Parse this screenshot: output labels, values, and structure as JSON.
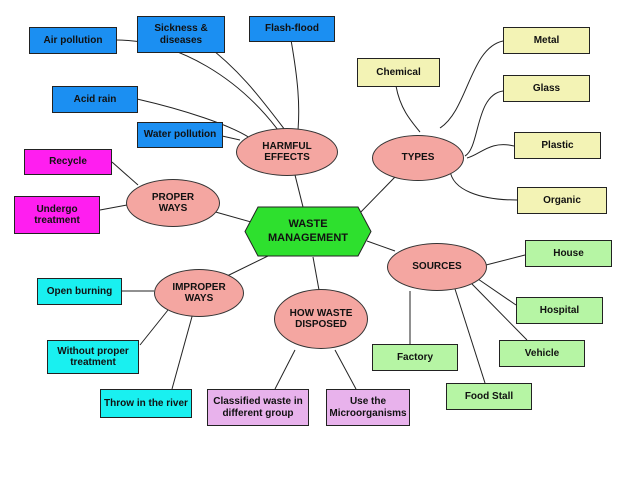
{
  "colors": {
    "blue": "#1b8ff2",
    "pink_node": "#f4a6a1",
    "green_center": "#2ee02e",
    "yellow": "#f3f3b5",
    "green_light": "#b6f5a4",
    "magenta": "#ff1ef0",
    "cyan": "#19f0f0",
    "lavender": "#e8b2ec",
    "stroke": "#222222"
  },
  "center": {
    "line1": "WASTE",
    "line2": "MANAGEMENT"
  },
  "nodes": {
    "harmful": {
      "line1": "HARMFUL",
      "line2": "EFFECTS"
    },
    "types": {
      "line1": "TYPES"
    },
    "proper": {
      "line1": "PROPER",
      "line2": "WAYS"
    },
    "sources": {
      "line1": "SOURCES"
    },
    "improper": {
      "line1": "IMPROPER",
      "line2": "WAYS"
    },
    "disposed": {
      "line1": "HOW WASTE",
      "line2": "DISPOSED"
    }
  },
  "leaves": {
    "air_pollution": "Air pollution",
    "sickness_line1": "Sickness &",
    "sickness_line2": "diseases",
    "flash_flood": "Flash-flood",
    "acid_rain": "Acid rain",
    "water_pollution": "Water pollution",
    "chemical": "Chemical",
    "metal": "Metal",
    "glass": "Glass",
    "plastic": "Plastic",
    "organic": "Organic",
    "recycle": "Recycle",
    "undergo_line1": "Undergo",
    "undergo_line2": "treatment",
    "house": "House",
    "hospital": "Hospital",
    "vehicle": "Vehicle",
    "factory": "Factory",
    "food_stall": "Food Stall",
    "open_burning": "Open burning",
    "without_line1": "Without proper",
    "without_line2": "treatment",
    "throw_river": "Throw in the river",
    "classified_line1": "Classified waste in",
    "classified_line2": "different group",
    "use_line1": "Use the",
    "use_line2": "Microorganisms"
  }
}
